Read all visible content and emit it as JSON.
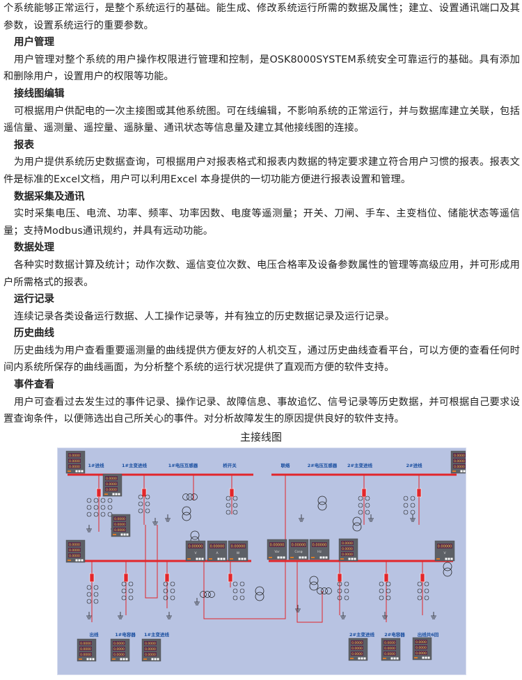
{
  "document": {
    "blocks": [
      {
        "type": "p",
        "text": "个系统能够正常运行，是整个系统运行的基础。能生成、修改系统运行所需的数据及属性；建立、设置通讯端口及其参数，设置系统运行的重要参数。",
        "noindent": true
      },
      {
        "type": "h",
        "text": "用户管理"
      },
      {
        "type": "p",
        "text": "用户管理对整个系统的用户操作权限进行管理和控制，是OSK8000SYSTEM系统安全可靠运行的基础。具有添加和删除用户，设置用户的权限等功能。"
      },
      {
        "type": "h",
        "text": "接线图编辑"
      },
      {
        "type": "p",
        "text": "可根据用户供配电的一次主接图或其他系统图。可在线编辑，不影响系统的正常运行，并与数据库建立关联，包括遥信量、遥测量、遥控量、遥脉量、通讯状态等信息量及建立其他接线图的连接。"
      },
      {
        "type": "h",
        "text": "报表"
      },
      {
        "type": "p",
        "text": "为用户提供系统历史数据查询，可根据用户对报表格式和报表内数据的特定要求建立符合用户习惯的报表。报表文件是标准的Excel文档，用户可以利用Excel 本身提供的一切功能方便进行报表设置和管理。"
      },
      {
        "type": "h",
        "text": "数据采集及通讯"
      },
      {
        "type": "p",
        "text": "实时采集电压、电流、功率、频率、功率因数、电度等遥测量；开关、刀闸、手车、主变档位、储能状态等遥信量；支持Modbus通讯规约，并具有远动功能。"
      },
      {
        "type": "h",
        "text": "数据处理"
      },
      {
        "type": "p",
        "text": "各种实时数据计算及统计；动作次数、遥信变位次数、电压合格率及设备参数属性的管理等高级应用，并可形成用户所需格式的报表。"
      },
      {
        "type": "h",
        "text": "运行记录"
      },
      {
        "type": "p",
        "text": "连续记录各类设备运行数据、人工操作记录等，并有独立的历史数据记录及运行记录。"
      },
      {
        "type": "h",
        "text": "历史曲线"
      },
      {
        "type": "p",
        "text": "历史曲线为用户查看重要遥测量的曲线提供方便友好的人机交互，通过历史曲线查看平台，可以方便的查看任何时间内系统所保存的曲线画面，为分析整个系统的运行状况提供了直观而方便的软件支持。"
      },
      {
        "type": "h",
        "text": "事件查看"
      },
      {
        "type": "p",
        "text": "用户可查看过去发生过的事件记录、操作记录、故障信息、事故追忆、信号记录等历史数据，并可根据自己要求设置查询条件，以便筛选出自己所关心的事件。对分析故障发生的原因提供良好的软件支持。"
      }
    ]
  },
  "figure": {
    "title": "主接线图",
    "top_labels": [
      "1#进线",
      "1#主变进线",
      "1#电压互感器",
      "桥开关",
      "联络",
      "2#电压互感器",
      "2#主变进线",
      "2#进线"
    ],
    "bottom_labels": [
      "出线",
      "1#电容器",
      "1#主变进线",
      "2#主变进线",
      "2#电容器",
      "出线共6回"
    ],
    "triple_meter_value": "0.0000",
    "single_meter_value": "0.00000",
    "single_meter_units": [
      "V",
      "A",
      "W",
      "Var",
      "Cosφ",
      "Hz",
      "V"
    ],
    "colors": {
      "background": "#b8c3e2",
      "bus": "#e2262b",
      "label": "#1a4fa0",
      "meter": "#5d6066",
      "lcd": "#5a2a4a",
      "digits": "#f2d34a"
    }
  }
}
